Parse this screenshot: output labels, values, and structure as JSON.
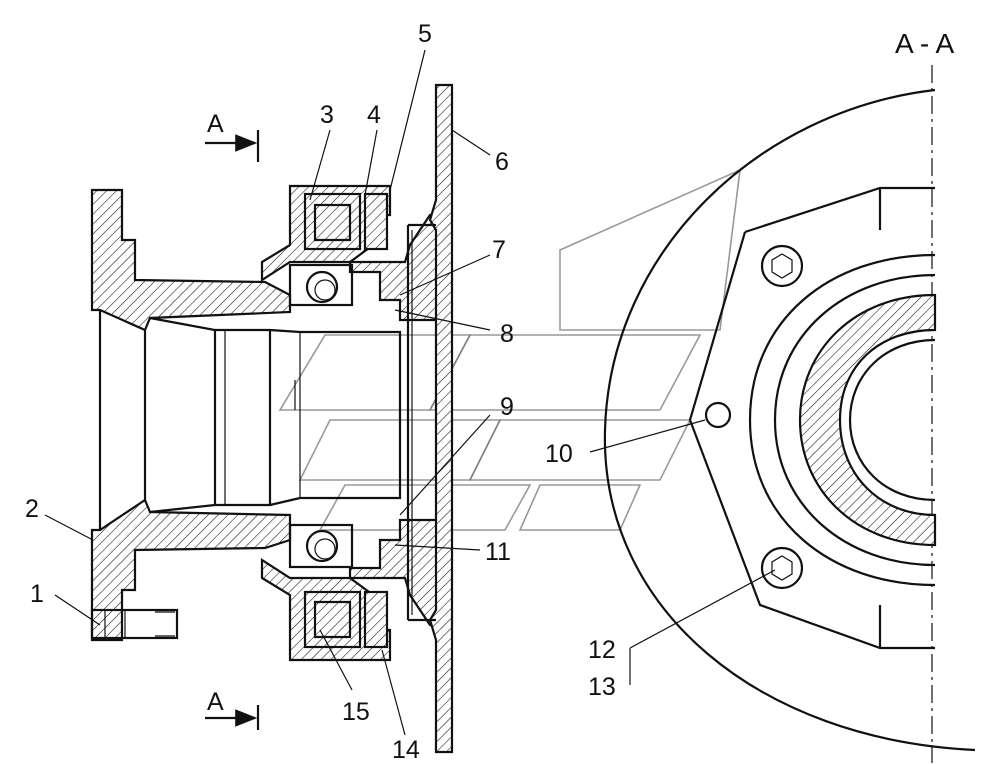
{
  "section_title": "A - A",
  "section_marker": "A",
  "callouts": [
    "1",
    "2",
    "3",
    "4",
    "5",
    "6",
    "7",
    "8",
    "9",
    "10",
    "11",
    "12",
    "13",
    "14",
    "15"
  ]
}
